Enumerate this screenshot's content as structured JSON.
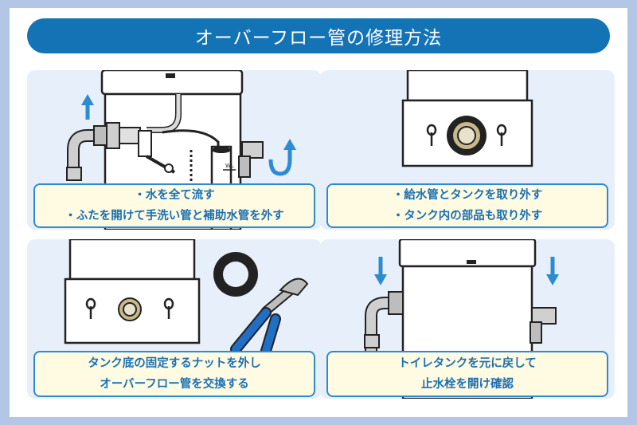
{
  "title": "オーバーフロー管の修理方法",
  "panels": [
    {
      "lines": [
        "・水を全て流す",
        "・ふたを開けて手洗い管と補助水管を外す"
      ]
    },
    {
      "lines": [
        "・給水管とタンクを取り外す",
        "・タンク内の部品も取り外す"
      ]
    },
    {
      "lines": [
        "タンク底の固定するナットを外し",
        "オーバーフロー管を交換する"
      ]
    },
    {
      "lines": [
        "トイレタンクを元に戻して",
        "止水栓を開け確認"
      ]
    }
  ],
  "labels": {
    "wl_mark": "WL"
  },
  "colors": {
    "background": "#b3c6e6",
    "title_bar": "#1473b5",
    "panel": "#e7f0fa",
    "caption_fill": "#fffbe3",
    "caption_border": "#2d8bd0",
    "caption_text": "#1a6fb1",
    "arrow": "#2d8bd0"
  }
}
